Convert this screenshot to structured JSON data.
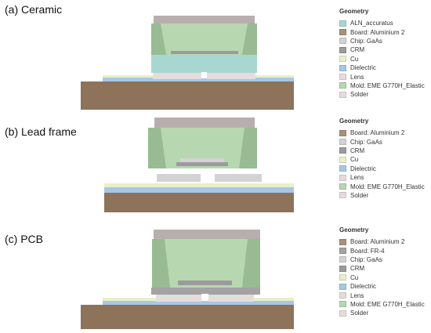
{
  "materials": {
    "aln": "#a8d7d2",
    "board_al": "#a8907a",
    "board_fr4": "#a3a3a3",
    "chip": "#d3d3d3",
    "crm": "#9b9b9b",
    "cu": "#e9efc9",
    "dielectric": "#a8c7e4",
    "lens": "#e8dadc",
    "mold": "#b7d7b1",
    "solder": "#e5dcdc",
    "substrate": "#8c735a",
    "lens_gray": "#b8aeae"
  },
  "panels": [
    {
      "label": "(a) Ceramic",
      "legend_title": "Geometry",
      "legend": [
        {
          "name": "ALN_accuratus",
          "color_key": "aln"
        },
        {
          "name": "Board: Aluminium 2",
          "color_key": "board_al"
        },
        {
          "name": "Chip: GaAs",
          "color_key": "chip"
        },
        {
          "name": "CRM",
          "color_key": "crm"
        },
        {
          "name": "Cu",
          "color_key": "cu"
        },
        {
          "name": "Dielectric",
          "color_key": "dielectric"
        },
        {
          "name": "Lens",
          "color_key": "lens"
        },
        {
          "name": "Mold: EME G770H_Elastic",
          "color_key": "mold"
        },
        {
          "name": "Solder",
          "color_key": "solder"
        }
      ]
    },
    {
      "label": "(b) Lead frame",
      "legend_title": "Geometry",
      "legend": [
        {
          "name": "Board: Aluminium 2",
          "color_key": "board_al"
        },
        {
          "name": "Chip: GaAs",
          "color_key": "chip"
        },
        {
          "name": "CRM",
          "color_key": "crm"
        },
        {
          "name": "Cu",
          "color_key": "cu"
        },
        {
          "name": "Dielectric",
          "color_key": "dielectric"
        },
        {
          "name": "Lens",
          "color_key": "lens"
        },
        {
          "name": "Mold: EME G770H_Elastic",
          "color_key": "mold"
        },
        {
          "name": "Solder",
          "color_key": "solder"
        }
      ]
    },
    {
      "label": "(c) PCB",
      "legend_title": "Geometry",
      "legend": [
        {
          "name": "Board: Aluminium 2",
          "color_key": "board_al"
        },
        {
          "name": "Board: FR-4",
          "color_key": "board_fr4"
        },
        {
          "name": "Chip: GaAs",
          "color_key": "chip"
        },
        {
          "name": "CRM",
          "color_key": "crm"
        },
        {
          "name": "Cu",
          "color_key": "cu"
        },
        {
          "name": "Dielectric",
          "color_key": "dielectric"
        },
        {
          "name": "Lens",
          "color_key": "lens"
        },
        {
          "name": "Mold: EME G770H_Elastic",
          "color_key": "mold"
        },
        {
          "name": "Solder",
          "color_key": "solder"
        }
      ]
    }
  ]
}
